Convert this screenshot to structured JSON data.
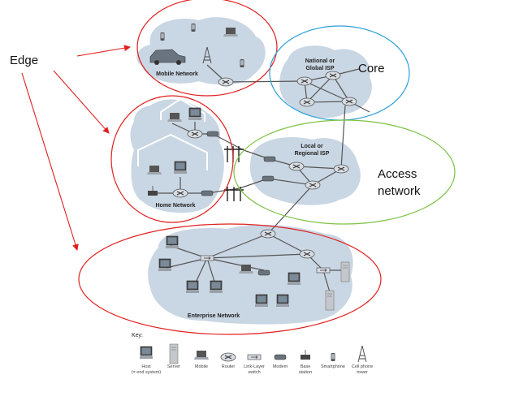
{
  "annotations": {
    "edge": "Edge",
    "core": "Core",
    "access_line1": "Access",
    "access_line2": "network"
  },
  "regions": {
    "mobile": "Mobile Network",
    "national_line1": "National or",
    "national_line2": "Global ISP",
    "local_line1": "Local or",
    "local_line2": "Regional ISP",
    "home": "Home Network",
    "enterprise": "Enterprise Network"
  },
  "key": {
    "title": "Key:",
    "host_line1": "Host",
    "host_line2": "(= end system)",
    "server": "Server",
    "mobile": "Mobile",
    "router": "Router",
    "switch_line1": "Link-Layer",
    "switch_line2": "switch",
    "modem": "Modem",
    "base_line1": "Base",
    "base_line2": "station",
    "smartphone": "Smartphone",
    "tower_line1": "Cell phone",
    "tower_line2": "tower"
  },
  "colors": {
    "edge_outline": "#e02020",
    "core_outline": "#2aa0d8",
    "access_outline": "#7cc243",
    "cloud": "#c9d6e3",
    "arrow": "#e02020"
  }
}
